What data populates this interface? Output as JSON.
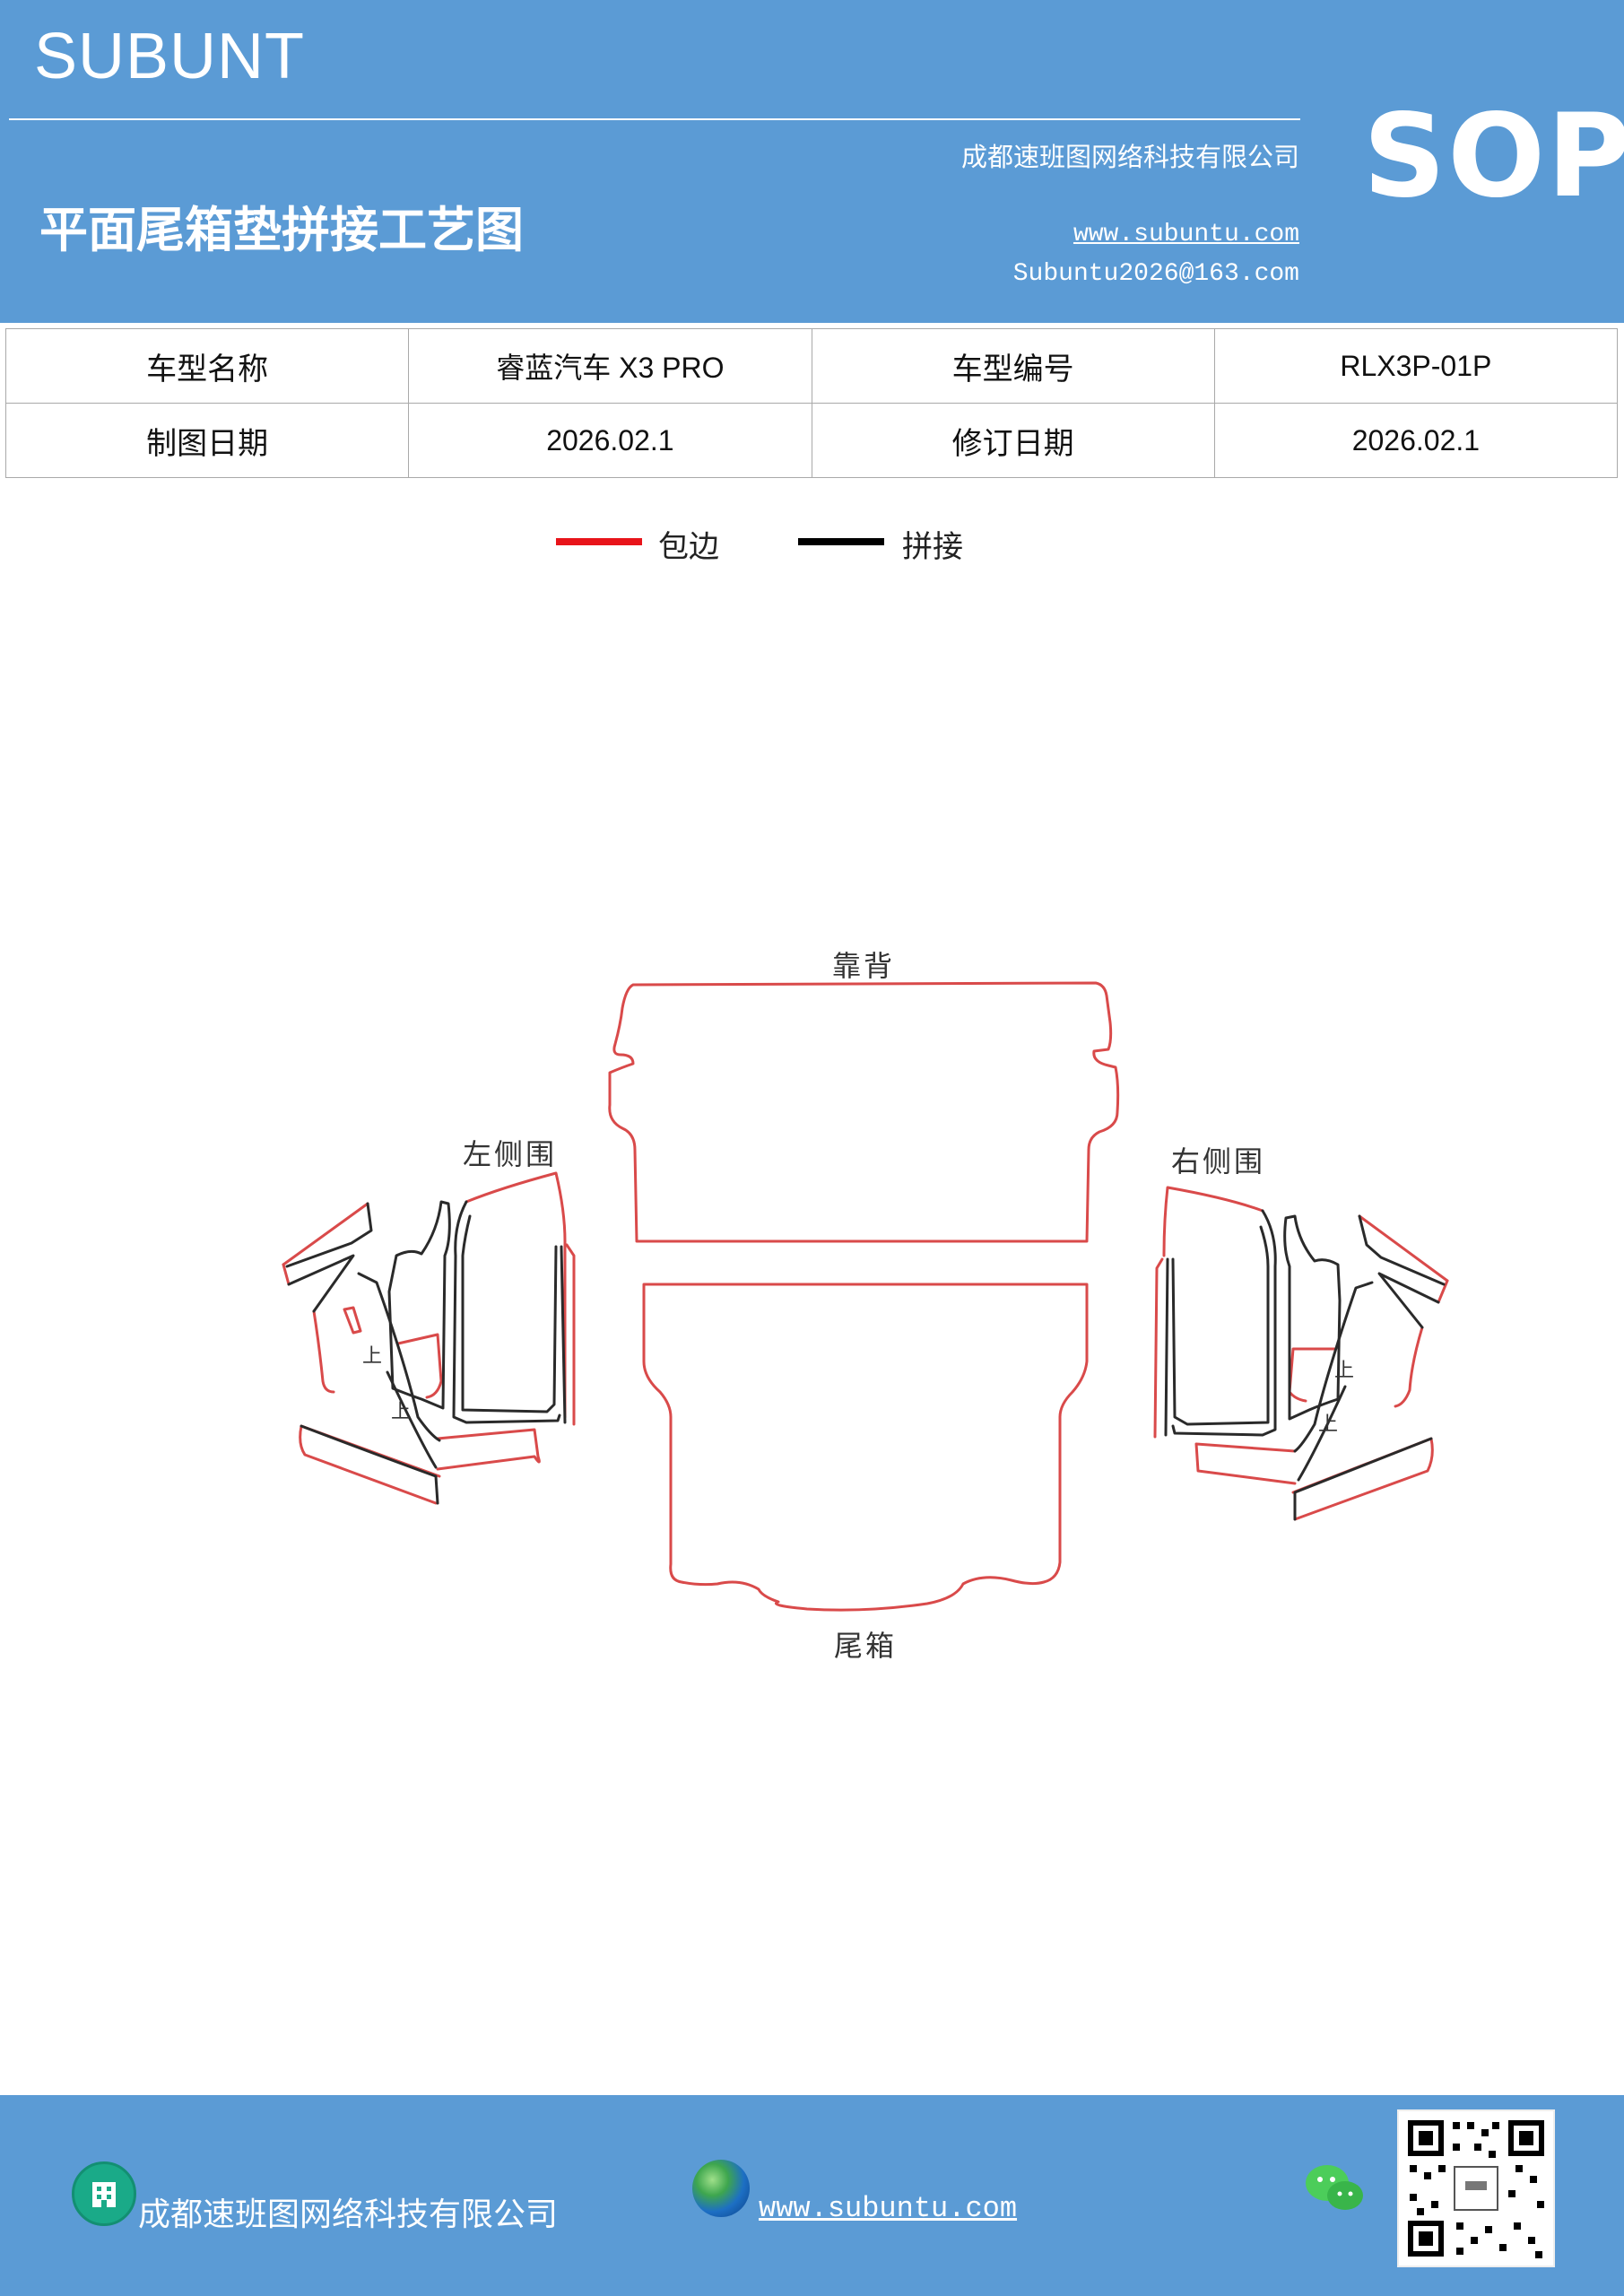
{
  "header": {
    "brand": "SUBUNT",
    "title": "平面尾箱垫拼接工艺图",
    "company": "成都速班图网络科技有限公司",
    "website": "www.subuntu.com",
    "email": "Subuntu2026@163.com",
    "badge": "SOP"
  },
  "info_table": {
    "model_name_label": "车型名称",
    "model_name_value": "睿蓝汽车 X3  PRO",
    "model_code_label": "车型编号",
    "model_code_value": "RLX3P-01P",
    "draw_date_label": "制图日期",
    "draw_date_value": "2026.02.1",
    "revise_date_label": "修订日期",
    "revise_date_value": "2026.02.1"
  },
  "legend": {
    "items": [
      {
        "label": "包边",
        "color": "#e8141a"
      },
      {
        "label": "拼接",
        "color": "#000000"
      }
    ]
  },
  "diagram": {
    "backrest_label": "靠背",
    "trunk_label": "尾箱",
    "left_side_label": "左侧围",
    "right_side_label": "右侧围",
    "mark_up": "上",
    "edge_color": "#d94a4a",
    "seam_color": "#2a2a2a"
  },
  "footer": {
    "company": "成都速班图网络科技有限公司",
    "website": "www.subuntu.com "
  }
}
